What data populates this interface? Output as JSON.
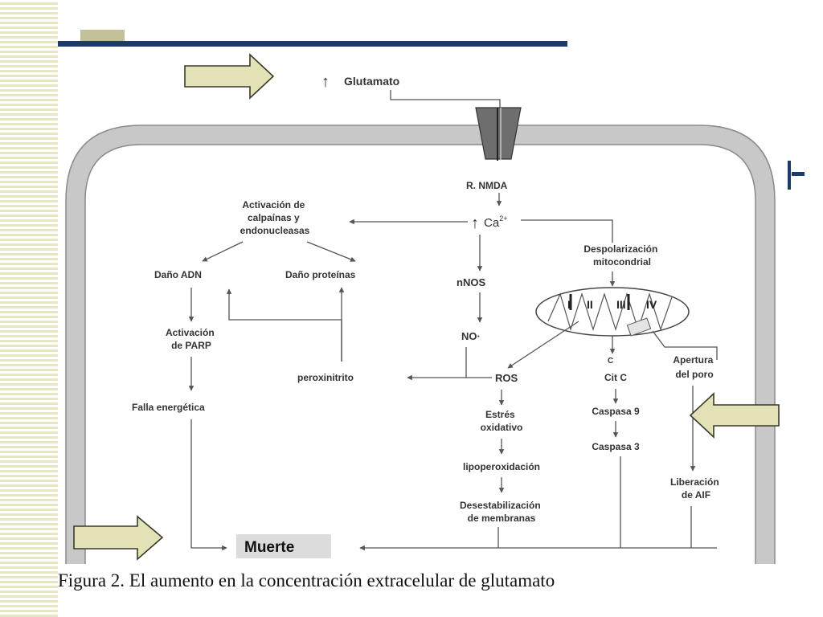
{
  "diagram": {
    "labels": {
      "glutamato": "Glutamato",
      "receptor": "R. NMDA",
      "calcio": "Ca",
      "calcio_sup": "2+",
      "activacion_calpainas": [
        "Activación de",
        "calpaínas y",
        "endonucleasas"
      ],
      "dano_adn": "Daño ADN",
      "dano_proteinas": "Daño proteínas",
      "activacion_parp": [
        "Activación",
        "de PARP"
      ],
      "falla_energetica": "Falla energética",
      "nnos": "nNOS",
      "no": "NO·",
      "peroxinitrito": "peroxinitrito",
      "ros": "ROS",
      "estres_oxidativo": [
        "Estrés",
        "oxidativo"
      ],
      "lipoperoxidacion": "lipoperoxidación",
      "desestabilizacion": [
        "Desestabilización",
        "de membranas"
      ],
      "despolarizacion": [
        "Despolarización",
        "mitocondrial"
      ],
      "complejo_i": "I",
      "complejo_ii": "II",
      "complejo_iii": "III",
      "complejo_iv": "IV",
      "cit_c_small": "C",
      "cit_c": "Cit C",
      "caspasa_9": "Caspasa 9",
      "caspasa_3": "Caspasa 3",
      "apertura_poro": [
        "Apertura",
        "del poro"
      ],
      "liberacion_aif": [
        "Liberación",
        "de AIF"
      ],
      "muerte": "Muerte",
      "up_arrow_glyph": "↑"
    }
  },
  "caption": "Figura 2.  El aumento en la concentración extracelular de glutamato",
  "colors": {
    "title_bar": "#1c3a6b",
    "stripe": "#e8e7c2",
    "callout_fill": "#e3e2b6",
    "callout_stroke": "#3a3a2a",
    "cell_wall": "#c8c8c8",
    "receptor": "#6e6e6e",
    "muerte_box": "#dcdcdc"
  }
}
